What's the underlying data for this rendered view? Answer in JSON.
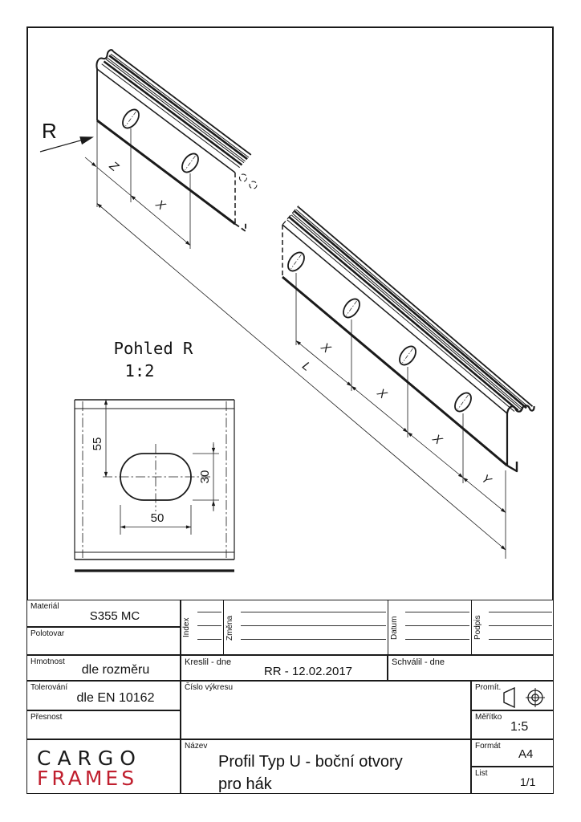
{
  "drawing": {
    "view_arrow_label": "R",
    "detail_view_title": "Pohled R",
    "detail_view_scale": "1:2",
    "dim_z": "Z",
    "dim_x": "X",
    "dim_l": "L",
    "dim_y": "Y",
    "dim_55": "55",
    "dim_30": "30",
    "dim_50": "50"
  },
  "title_block": {
    "material": {
      "label": "Materiál",
      "value": "S355 MC"
    },
    "semi_product": {
      "label": "Polotovar",
      "value": ""
    },
    "weight": {
      "label": "Hmotnost",
      "value": "dle rozměru"
    },
    "tolerance": {
      "label": "Tolerování",
      "value": "dle EN 10162"
    },
    "precision": {
      "label": "Přesnost",
      "value": ""
    },
    "revision": {
      "index_label": "Index",
      "change_label": "Změna",
      "date_label": "Datum",
      "signature_label": "Podpis"
    },
    "drawn": {
      "label": "Kreslil - dne",
      "value": "RR - 12.02.2017"
    },
    "approved": {
      "label": "Schválil - dne",
      "value": ""
    },
    "drawing_number": {
      "label": "Číslo výkresu",
      "value": ""
    },
    "projection": {
      "label": "Promít."
    },
    "scale": {
      "label": "Měřítko",
      "value": "1:5"
    },
    "name": {
      "label": "Název",
      "value_line1": "Profil Typ U - boční otvory",
      "value_line2": "pro hák"
    },
    "format": {
      "label": "Formát",
      "value": "A4"
    },
    "sheet": {
      "label": "List",
      "value": "1/1"
    },
    "logo": {
      "line1": "CARGO",
      "line2": "FRAMES",
      "cargo_color": "#1b1b1b",
      "frames_color": "#c01f2e"
    }
  }
}
